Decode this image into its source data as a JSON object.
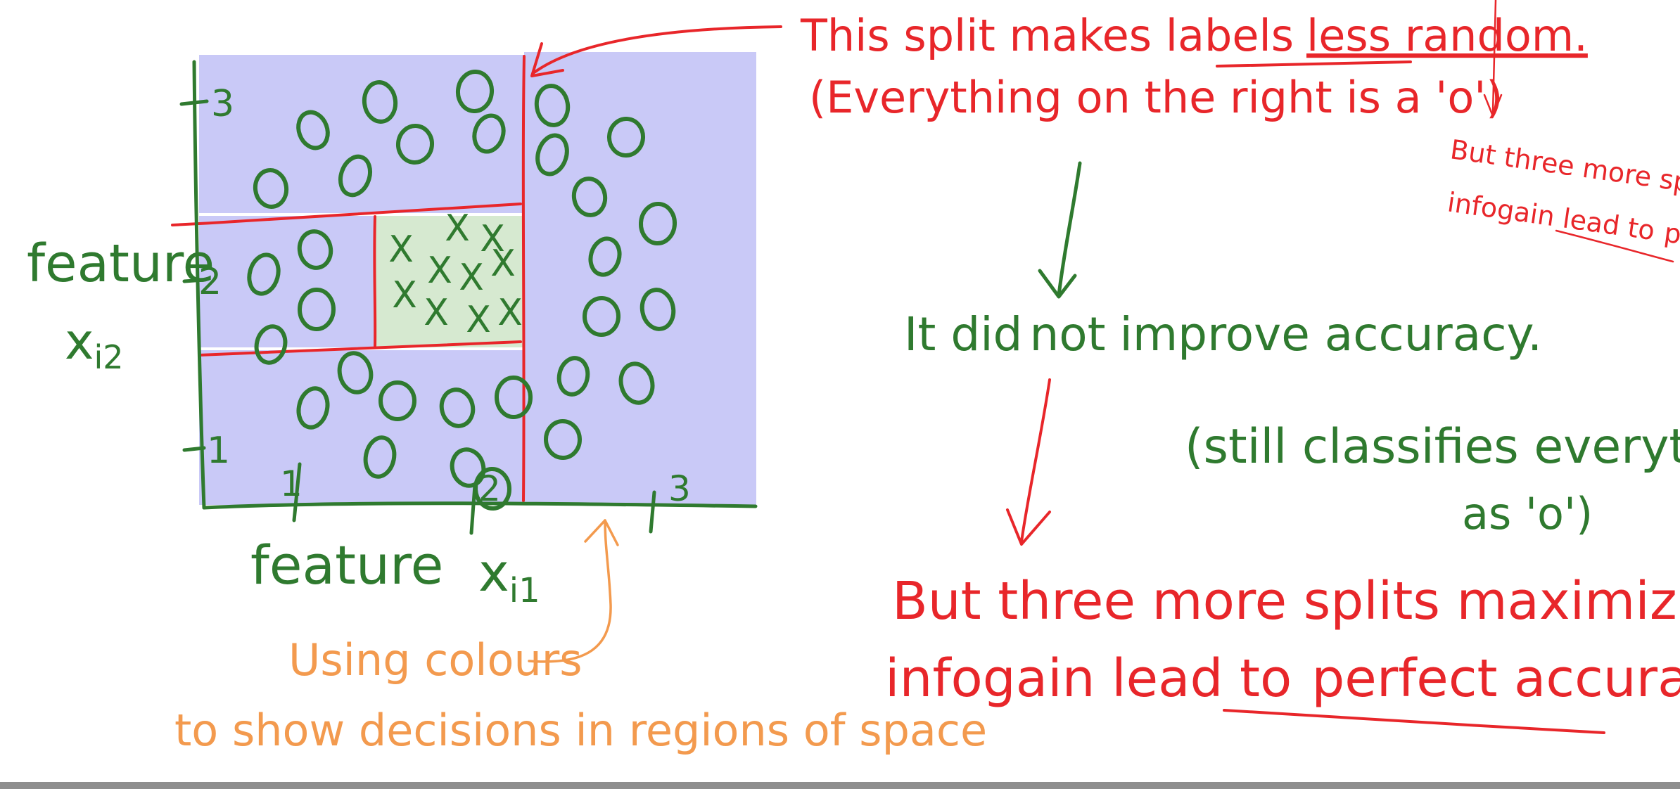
{
  "colors": {
    "region_o": "#c9c9f7",
    "region_x": "#d6e9d0",
    "ink_green": "#2f7a2f",
    "ink_red": "#e8262a",
    "ink_orange": "#f39a4e",
    "bottom_bar": "#8e8e8e"
  },
  "plot": {
    "y_axis_label_line1": "feature",
    "y_axis_label_line2": "x",
    "y_axis_label_sub": "i2",
    "x_axis_label": "feature",
    "x_axis_label_var": "x",
    "x_axis_label_sub": "i1",
    "y_ticks": [
      "3",
      "2",
      "1"
    ],
    "x_ticks": [
      "1",
      "2",
      "3"
    ],
    "markers": {
      "o": "O",
      "x": "X"
    }
  },
  "notes": {
    "split_line1_a": "This split makes labels",
    "split_line1_b": "less random.",
    "split_line2": "(Everything on the right is a 'o')",
    "accuracy_line1_a": "It did",
    "accuracy_line1_b": "not",
    "accuracy_line1_c": "improve accuracy.",
    "accuracy_line2": "(still classifies everything",
    "accuracy_line3": "as 'o')",
    "three_splits_line1": "But three more splits maximizing",
    "three_splits_line2_a": "infogain lead to",
    "three_splits_line2_b": "perfect accuracy.",
    "small_line1": "But three more splits maximizing",
    "small_line2_a": "infogain lead to",
    "small_line2_b": "perfect accuracy.",
    "colours_line1": "Using colours",
    "colours_line2": "to show decisions in regions of space"
  }
}
